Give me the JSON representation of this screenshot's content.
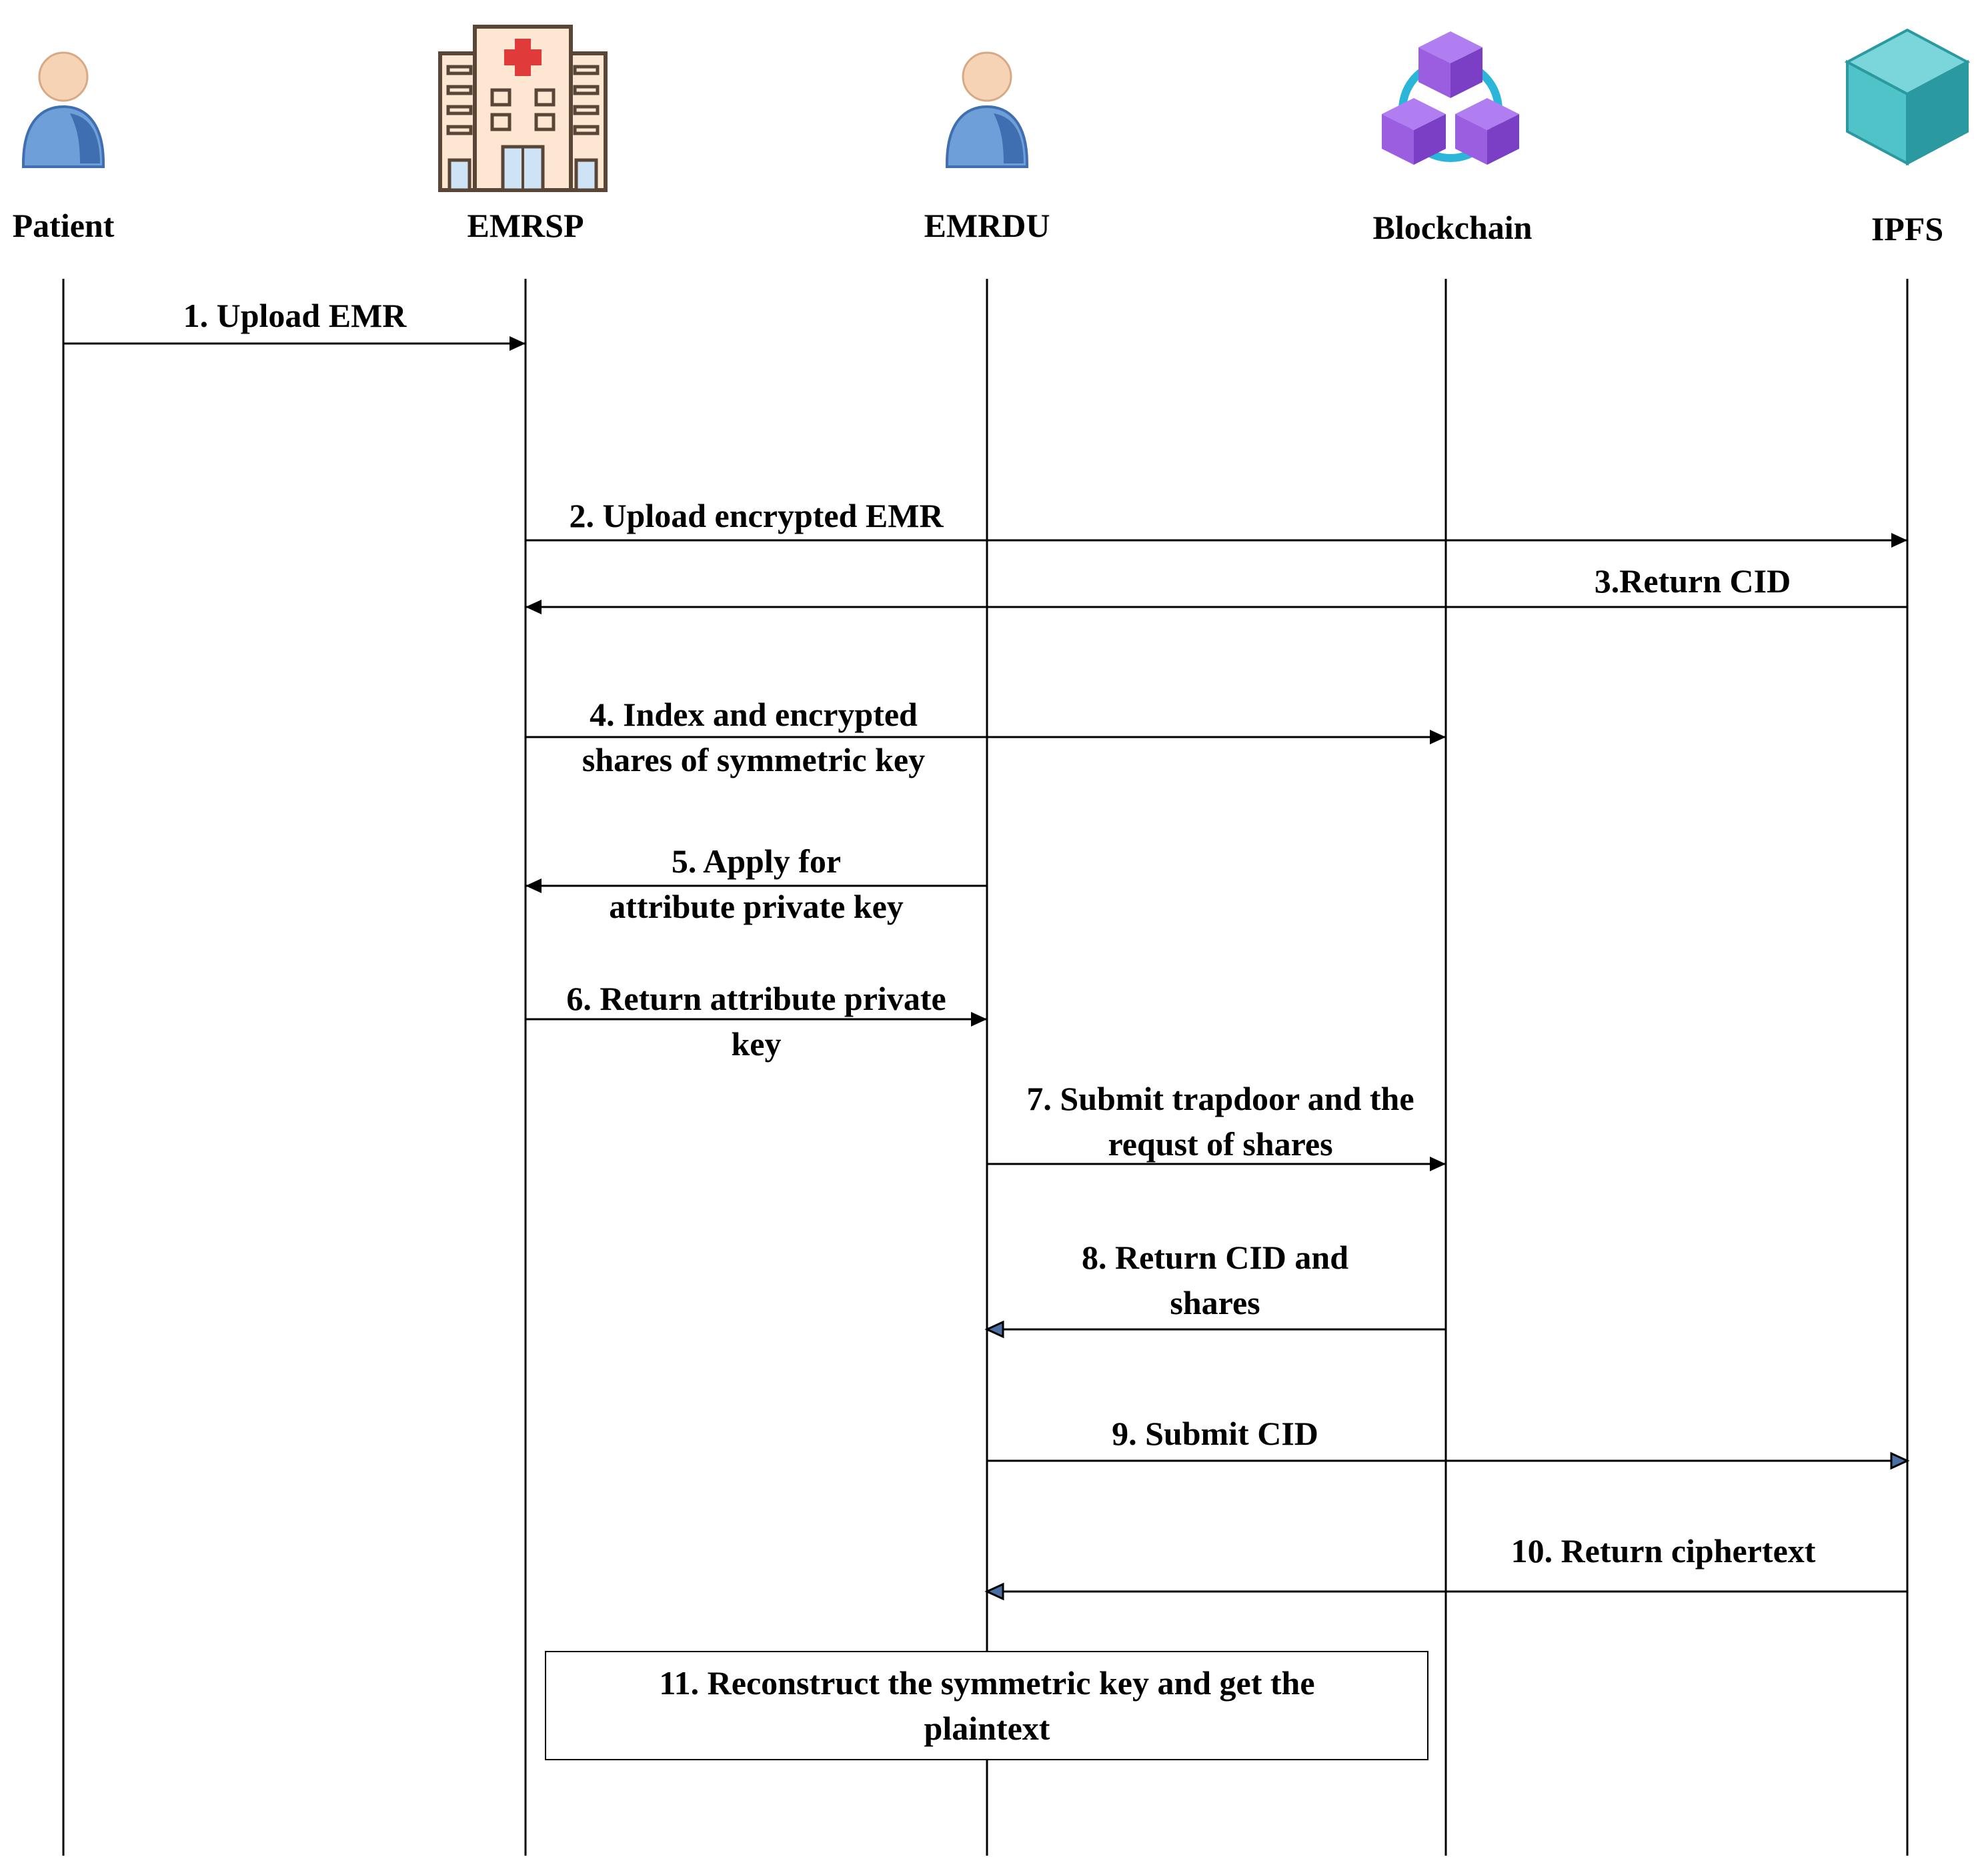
{
  "actors": [
    {
      "id": "patient",
      "label": "Patient",
      "icon": "patient-person-icon"
    },
    {
      "id": "emrsp",
      "label": "EMRSP",
      "icon": "hospital-building-icon"
    },
    {
      "id": "emrdu",
      "label": "EMRDU",
      "icon": "data-user-person-icon"
    },
    {
      "id": "blockchain",
      "label": "Blockchain",
      "icon": "blockchain-cubes-icon"
    },
    {
      "id": "ipfs",
      "label": "IPFS",
      "icon": "ipfs-cube-icon"
    }
  ],
  "messages": [
    {
      "id": "m1",
      "lines": [
        "1. Upload EMR"
      ]
    },
    {
      "id": "m2",
      "lines": [
        "2. Upload encrypted EMR"
      ]
    },
    {
      "id": "m3",
      "lines": [
        "3.Return CID"
      ]
    },
    {
      "id": "m4",
      "lines": [
        "4.  Index and encrypted",
        "shares of symmetric key"
      ]
    },
    {
      "id": "m5",
      "lines": [
        "5. Apply for",
        "attribute private key"
      ]
    },
    {
      "id": "m6",
      "lines": [
        "6. Return attribute private",
        "key"
      ]
    },
    {
      "id": "m7",
      "lines": [
        "7. Submit trapdoor and  the",
        "requst of shares"
      ]
    },
    {
      "id": "m8",
      "lines": [
        "8. Return CID and",
        "shares"
      ]
    },
    {
      "id": "m9",
      "lines": [
        "9. Submit CID"
      ]
    },
    {
      "id": "m10",
      "lines": [
        "10. Return  ciphertext"
      ]
    }
  ],
  "note": {
    "lines": [
      "11. Reconstruct the symmetric key and get the",
      "plaintext"
    ]
  },
  "colors": {
    "line": "#000000",
    "hollow_arrow_fill": "#4a6fa5",
    "skin": "#f6d3b4",
    "shirt": "#6f9fd8",
    "shirt_dark": "#3f6fb0",
    "hospital_fill": "#fde6d2",
    "hospital_stroke": "#5a4636",
    "hospital_cross": "#e03a3a",
    "block_purple": "#9b5ee0",
    "block_purple_dark": "#7a3fc4",
    "block_link": "#29b6d8",
    "ipfs_teal": "#4fc3c8",
    "ipfs_teal_dark": "#2a9aa0"
  }
}
